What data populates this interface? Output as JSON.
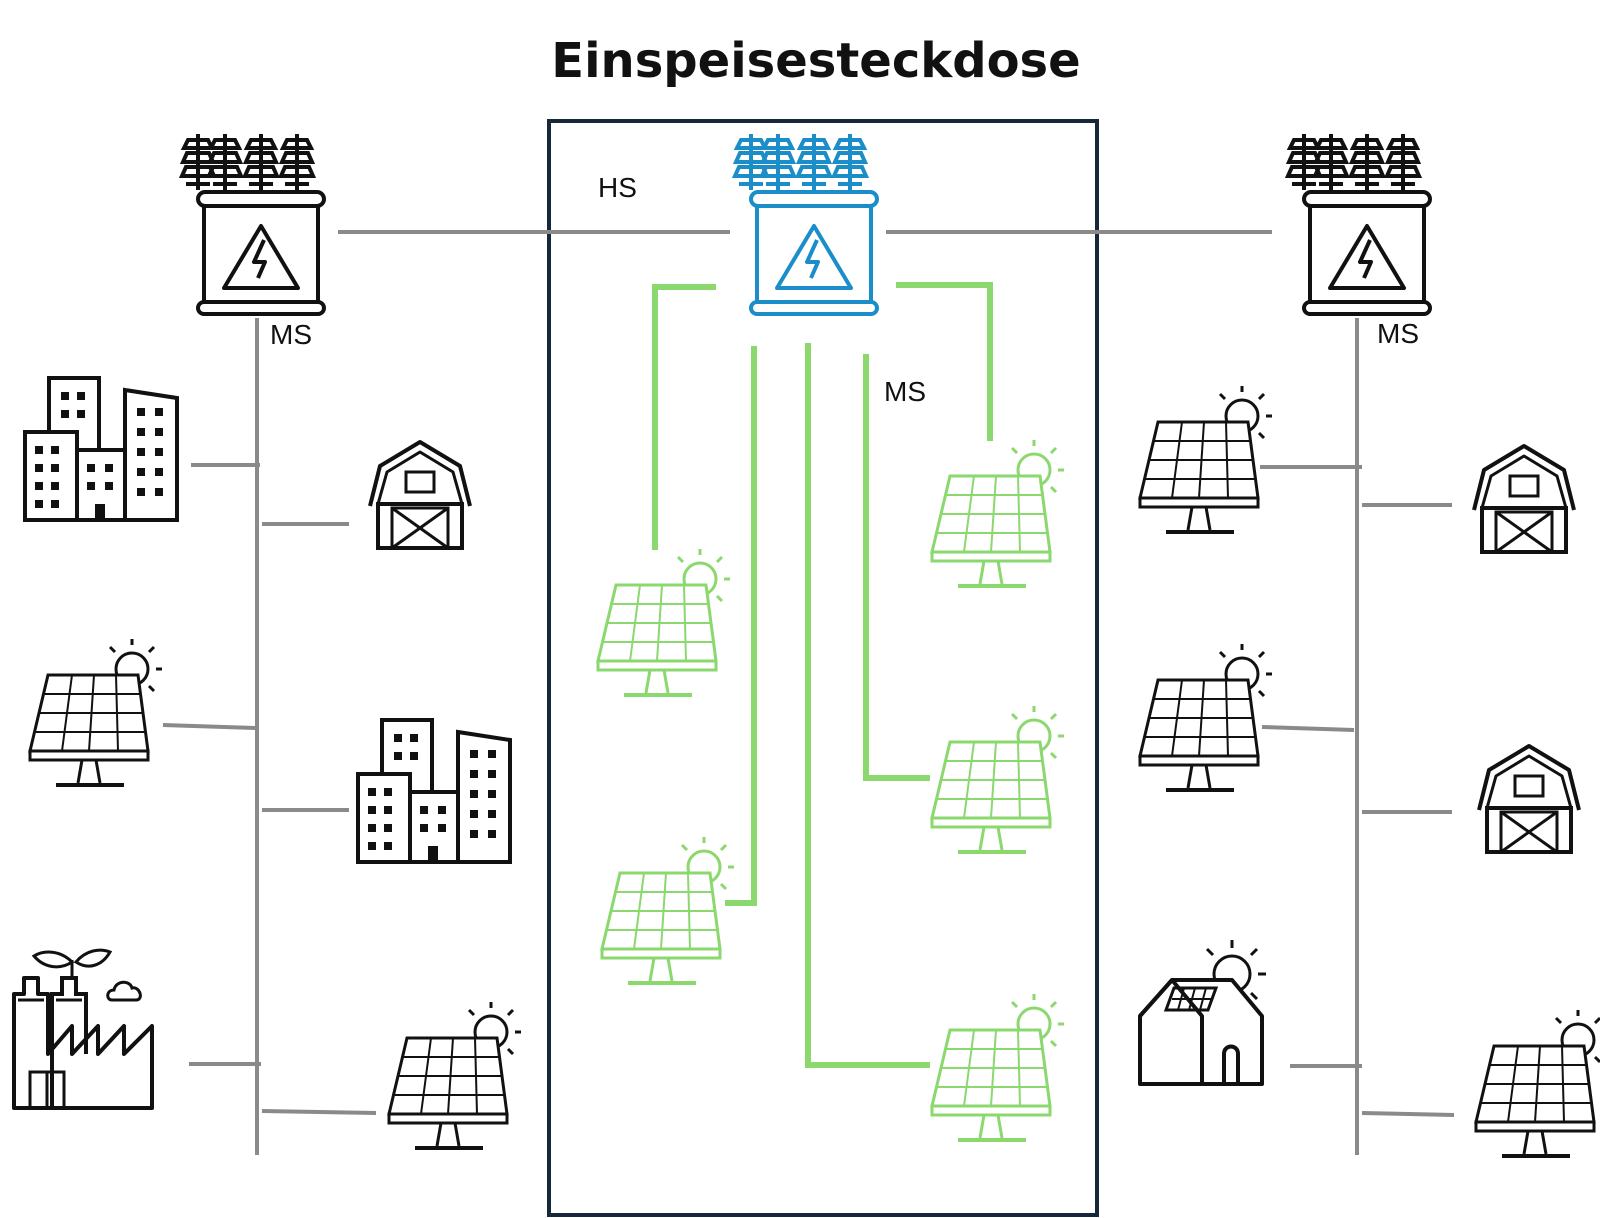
{
  "title": "Einspeisesteckdose",
  "labels": {
    "hs": "HS",
    "ms_left": "MS",
    "ms_right": "MS",
    "ms_center": "MS"
  },
  "colors": {
    "grid_line": "#8a8a8a",
    "feeder_line": "#8bd86f",
    "highlight_transformer": "#1b8ec9",
    "box_border": "#16283a",
    "icon": "#111111"
  },
  "icons": [
    "transformer-icon",
    "highlighted-transformer-icon",
    "office-buildings-icon",
    "barn-icon",
    "solar-panel-icon",
    "factory-icon",
    "house-with-solar-roof-icon"
  ]
}
